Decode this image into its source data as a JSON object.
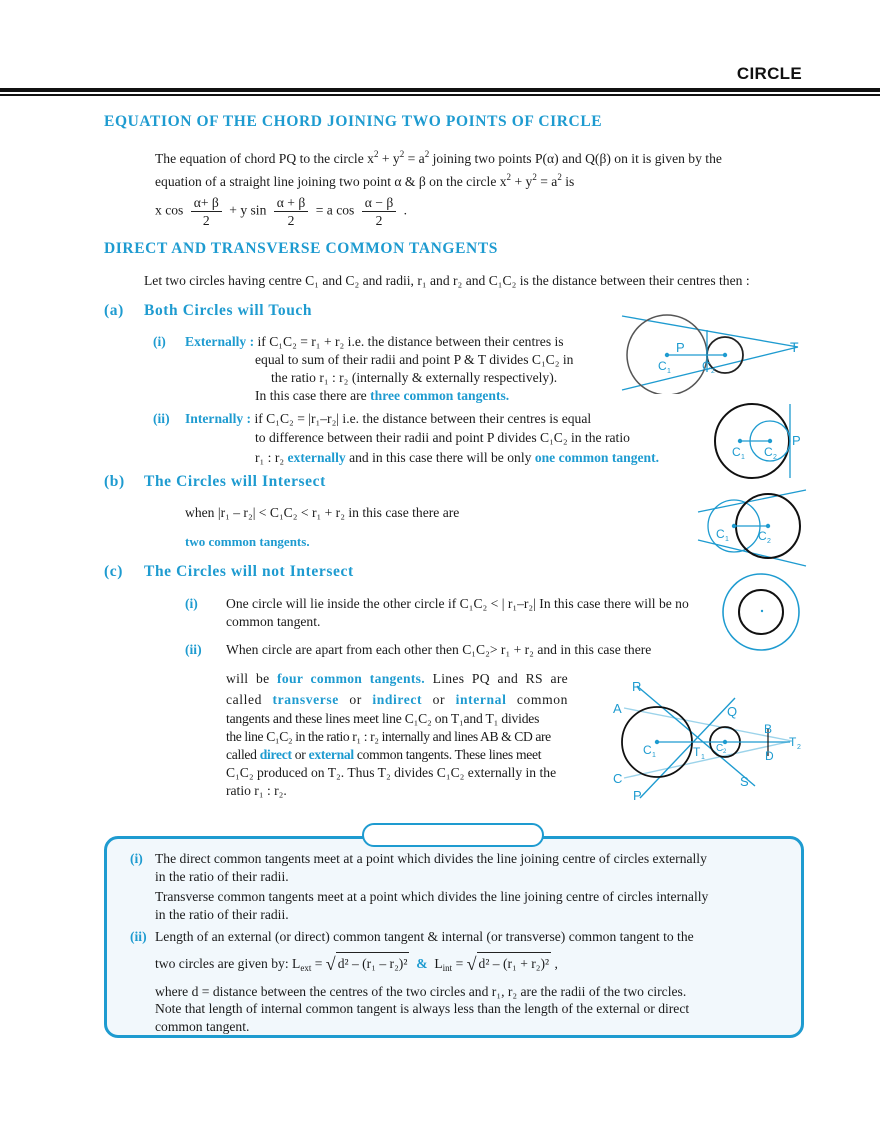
{
  "header": {
    "title": "CIRCLE"
  },
  "chord": {
    "heading": "EQUATION OF THE CHORD JOINING TWO POINTS OF CIRCLE",
    "p1_a": "The equation of chord PQ to the circle x",
    "p1_b": " + y",
    "p1_c": " = a",
    "p1_d": " joining two points P(α) and Q(β) on it is given by the",
    "p2_a": "equation of a straight line joining two point α & β on the circle x",
    "p2_b": " + y",
    "p2_c": " = a",
    "p2_d": " is",
    "sup2": "2",
    "eq_x": "x cos",
    "eq_num1": "α+ β",
    "eq_den": "2",
    "eq_y": "+ y sin",
    "eq_num2": "α + β",
    "eq_eq": "= a cos",
    "eq_num3": "α − β",
    "eq_end": "."
  },
  "tangents": {
    "heading": "DIRECT AND TRANSVERSE COMMON TANGENTS",
    "intro": "Let two circles having centre C₁ and C₂ and radii, r₁ and r₂ and C₁C₂ is the distance between their centres then :"
  },
  "sec_a": {
    "label": "(a)",
    "title": "Both Circles will Touch",
    "i_label": "(i)",
    "i_head": "Externally :",
    "i_line1": "if C₁C₂ = r₁ + r₂ i.e. the distance between their centres is",
    "i_line2": "equal to sum of their radii and point P & T divides C₁C₂ in",
    "i_line3": "the ratio r₁ : r₂ (internally & externally respectively).",
    "i_line4": "In this case there are",
    "i_blue": "three common tangents.",
    "ii_label": "(ii)",
    "ii_head": "Internally :",
    "ii_line1": "if C₁C₂ = |r₁–r₂| i.e. the distance between their centres is equal",
    "ii_line2": "to difference between their radii and point P divides C₁C₂ in the ratio",
    "ii_line3": "r₁ : r₂",
    "ii_blue1": "externally",
    "ii_line3b": "and in this case there will be only",
    "ii_blue2": "one common tangent."
  },
  "sec_b": {
    "label": "(b)",
    "title": "The Circles will Intersect",
    "line1": "when |r₁ – r₂| < C₁C₂ < r₁ + r₂ in this case there are",
    "blue": "two common tangents."
  },
  "sec_c": {
    "label": "(c)",
    "title": "The Circles will not Intersect",
    "i_label": "(i)",
    "i_line1": "One circle will lie inside the other circle if C₁C₂ < | r₁–r₂| In this case there will be no",
    "i_line2": "common tangent.",
    "ii_label": "(ii)",
    "ii_line1": "When circle are apart from each other then C₁C₂> r₁ + r₂ and in this case there",
    "ii_line2a": "will be",
    "ii_blue1": "four common tangents.",
    "ii_line2b": "Lines PQ and RS are",
    "ii_line3a": "called",
    "ii_blue2": "transverse",
    "ii_or1": "or",
    "ii_blue3": "indirect",
    "ii_or2": "or",
    "ii_blue4": "internal",
    "ii_line3b": "common",
    "ii_line4": "tangents and these lines meet line C₁C₂ on T₁and T₁ divides",
    "ii_line5": "the line C₁C₂ in the ratio r₁ : r₂ internally and lines AB & CD are",
    "ii_line6a": "called",
    "ii_blue5": "direct",
    "ii_or3": "or",
    "ii_blue6": "external",
    "ii_line6b": "common tangents. These lines meet",
    "ii_line7": "C₁C₂ produced on T₂. Thus T₂ divides C₁C₂ externally in the",
    "ii_line8": "ratio r₁ : r₂."
  },
  "note": {
    "i_label": "(i)",
    "i_line1": "The direct common tangents meet at a point which divides the line joining centre of circles  externally",
    "i_line2": "in the ratio of their radii.",
    "i_line3": "Transverse common tangents meet at a point which divides the line joining centre of circles internally",
    "i_line4": "in the ratio of their radii.",
    "ii_label": "(ii)",
    "ii_line1": "Length of an external (or direct) common tangent & internal (or transverse) common tangent to the",
    "ii_line2": "two circles are given by: L",
    "ext": "ext",
    "eq1": " = ",
    "rad1": "d² – (r₁ – r₂)²",
    "amp": "&",
    "l2": "L",
    "int": "int",
    "eq2": " = ",
    "rad2": "d² – (r₁ + r₂)²",
    "comma": ",",
    "ii_line3": "where d = distance between the centres of the two circles and r₁, r₂ are the radii of the two circles.",
    "ii_line4": "Note that length of internal common tangent is always less than the length of the external or direct",
    "ii_line5": "common tangent."
  },
  "fig1": {
    "p": "P",
    "t": "T",
    "c1": "C",
    "c2": "C",
    "s1": "1",
    "s2": "2"
  },
  "fig2": {
    "p": "P",
    "c1": "C",
    "c2": "C",
    "s1": "1",
    "s2": "2"
  },
  "fig3": {
    "c1": "C",
    "c2": "C",
    "s1": "1",
    "s2": "2"
  },
  "fig5": {
    "r": "R",
    "a": "A",
    "q": "Q",
    "b": "B",
    "t2": "T",
    "t2s": "2",
    "d": "D",
    "c": "C",
    "p": "P",
    "s": "S",
    "c1": "C",
    "c2": "C",
    "t1": "T",
    "s1": "1",
    "s2": "2"
  },
  "colors": {
    "accent": "#1e9bd0",
    "text": "#1a1a1a"
  }
}
